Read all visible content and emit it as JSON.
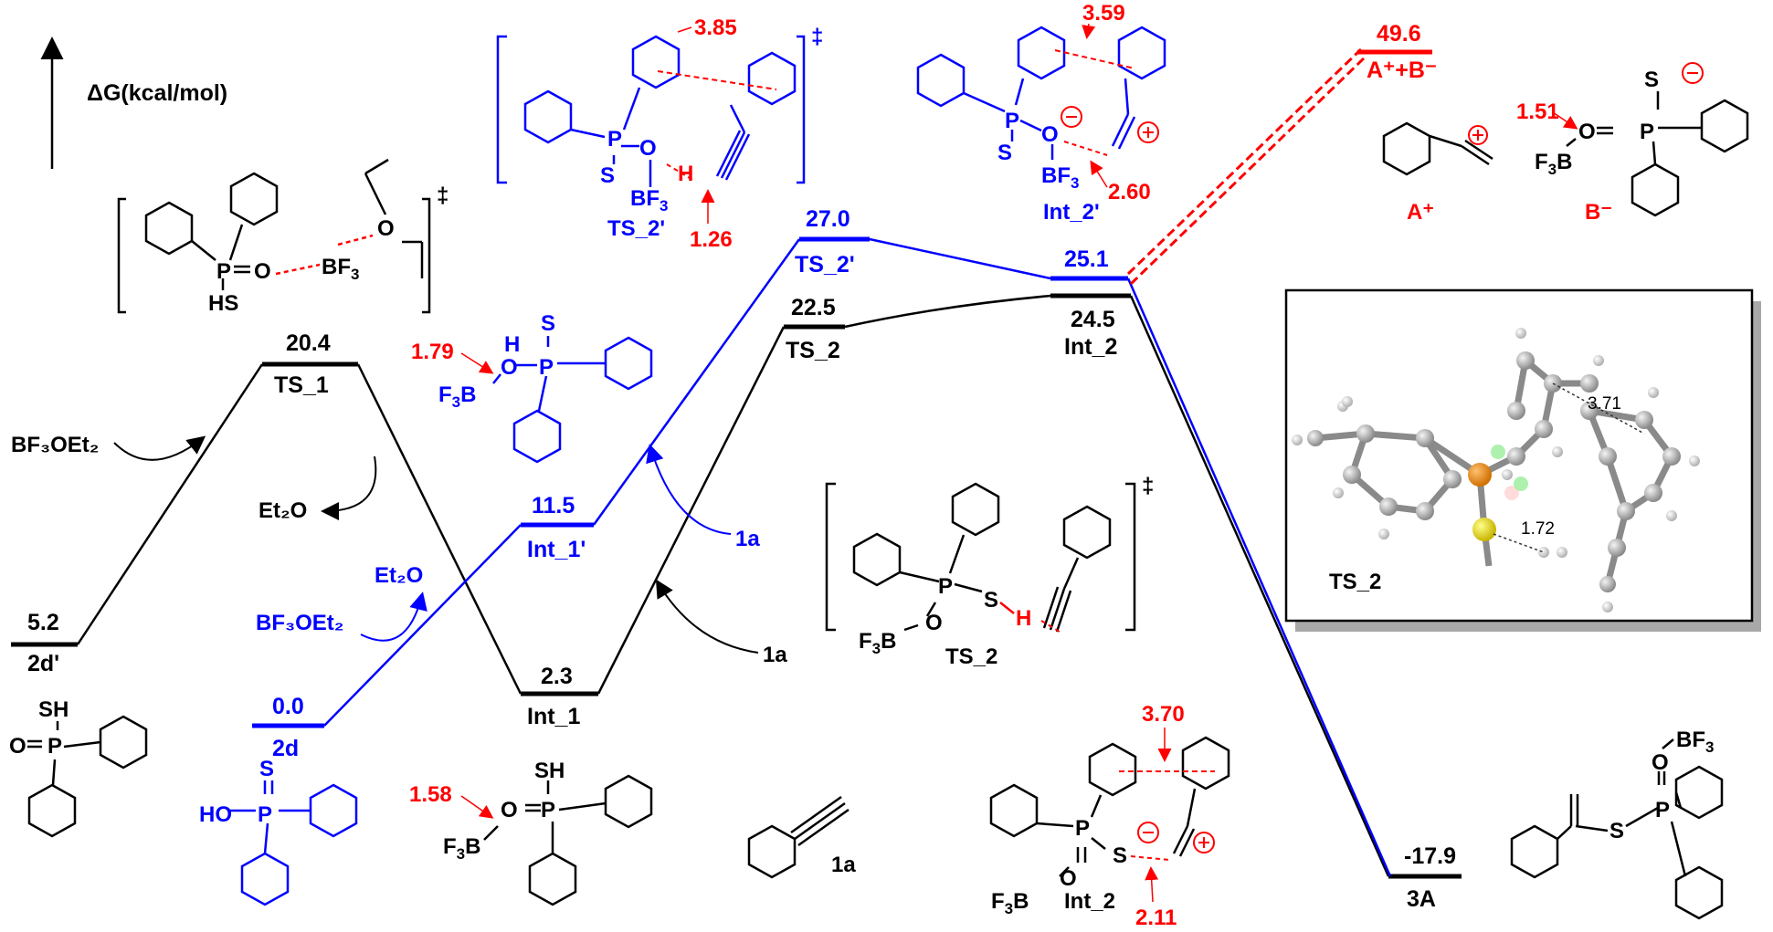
{
  "axis": {
    "label": "ΔG(kcal/mol)"
  },
  "levels": {
    "d2p": {
      "value": "5.2",
      "name": "2d'"
    },
    "ts1": {
      "value": "20.4",
      "name": "TS_1"
    },
    "int1": {
      "value": "2.3",
      "name": "Int_1"
    },
    "ts2": {
      "value": "22.5",
      "name": "TS_2"
    },
    "int2": {
      "value": "24.5",
      "name": "Int_2"
    },
    "a3": {
      "value": "-17.9",
      "name": "3A"
    },
    "d2": {
      "value": "0.0",
      "name": "2d"
    },
    "int1p": {
      "value": "11.5",
      "name": "Int_1'"
    },
    "ts2p": {
      "value": "27.0",
      "name": "TS_2'"
    },
    "int2p": {
      "value": "25.1",
      "name": "Int_2'"
    },
    "apb": {
      "value": "49.6",
      "name": "A⁺+B⁻"
    }
  },
  "reagents": {
    "bf3oet2": "BF₃OEt₂",
    "et2o": "Et₂O",
    "bf3oet2_blue": "BF₃OEt₂",
    "et2o_blue": "Et₂O",
    "r1a_black": "1a",
    "r1a_blue": "1a"
  },
  "distances": {
    "ts2p_top": "3.85",
    "ts2p_h": "1.26",
    "int2p_top": "3.59",
    "int2p_bf": "2.60",
    "int1p_bo": "1.79",
    "int1_bo": "1.58",
    "b_bo": "1.51",
    "int2_top": "3.70",
    "int2_cs": "2.11"
  },
  "structures": {
    "ion_a": "A⁺",
    "ion_b": "B⁻",
    "mol_1a": "1a",
    "ts2_struct": "TS_2",
    "ts2p_struct": "TS_2'",
    "int2p_struct": "Int_2'",
    "int2_struct": "Int_2",
    "dagger": "‡"
  },
  "inset": {
    "caption": "TS_2",
    "d1": "3.71",
    "d2": "1.72"
  },
  "colors": {
    "black": "#000000",
    "blue": "#0000ff",
    "red": "#ff0000"
  }
}
